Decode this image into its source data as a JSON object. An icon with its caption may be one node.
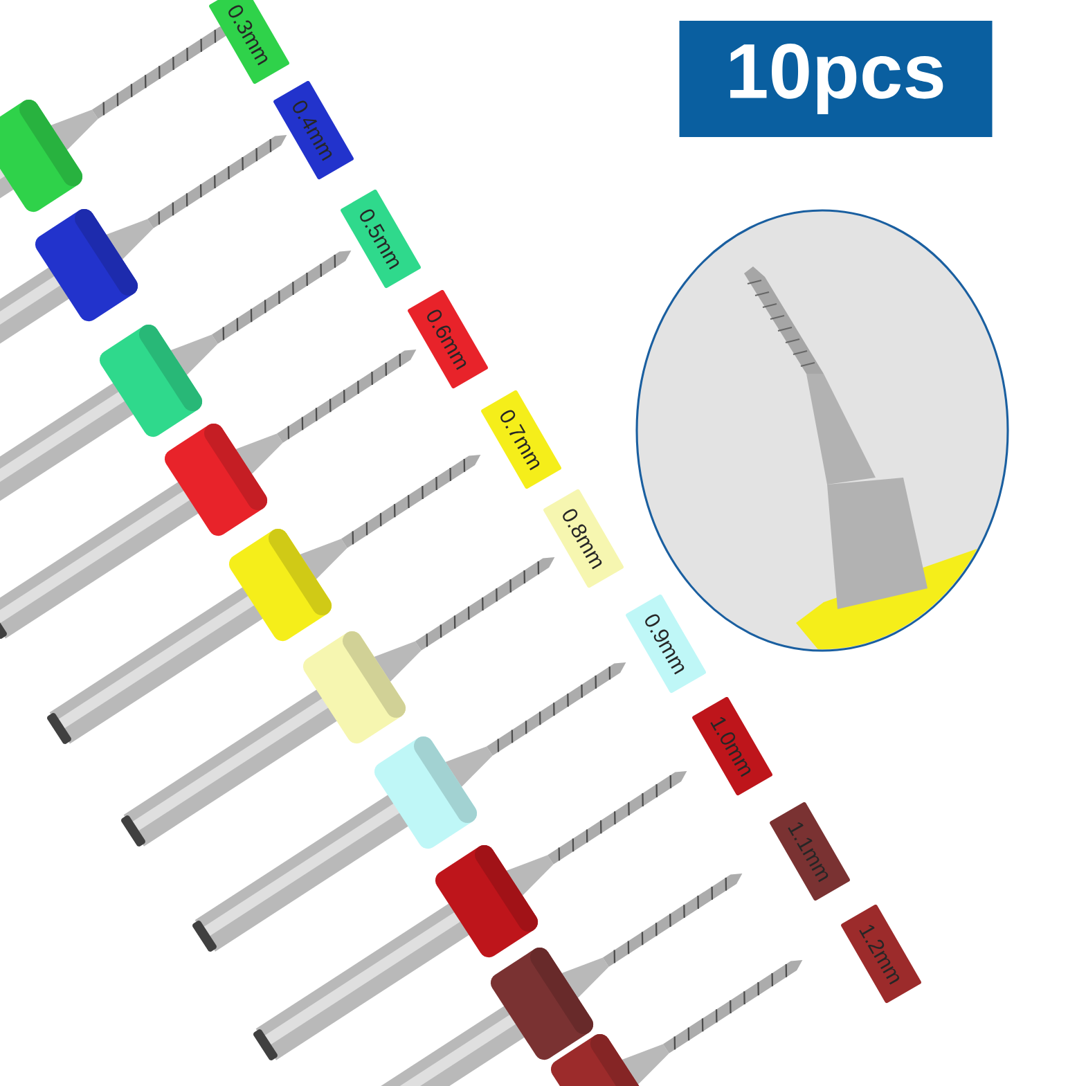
{
  "diagram": {
    "nodes": [
      {
        "text": [
          "10pcs"
        ]
      },
      {
        "text": [
          "0.3mm"
        ]
      },
      {
        "text": [
          "0.4mm"
        ]
      },
      {
        "text": [
          "0.5mm"
        ]
      },
      {
        "text": [
          "0.6mm"
        ]
      },
      {
        "text": [
          "0.7mm"
        ]
      },
      {
        "text": [
          "0.8mm"
        ]
      },
      {
        "text": [
          "0.9mm"
        ]
      },
      {
        "text": [
          "1.0mm"
        ]
      },
      {
        "text": [
          "1.1mm"
        ]
      },
      {
        "text": [
          "1.2mm"
        ]
      }
    ]
  }
}
